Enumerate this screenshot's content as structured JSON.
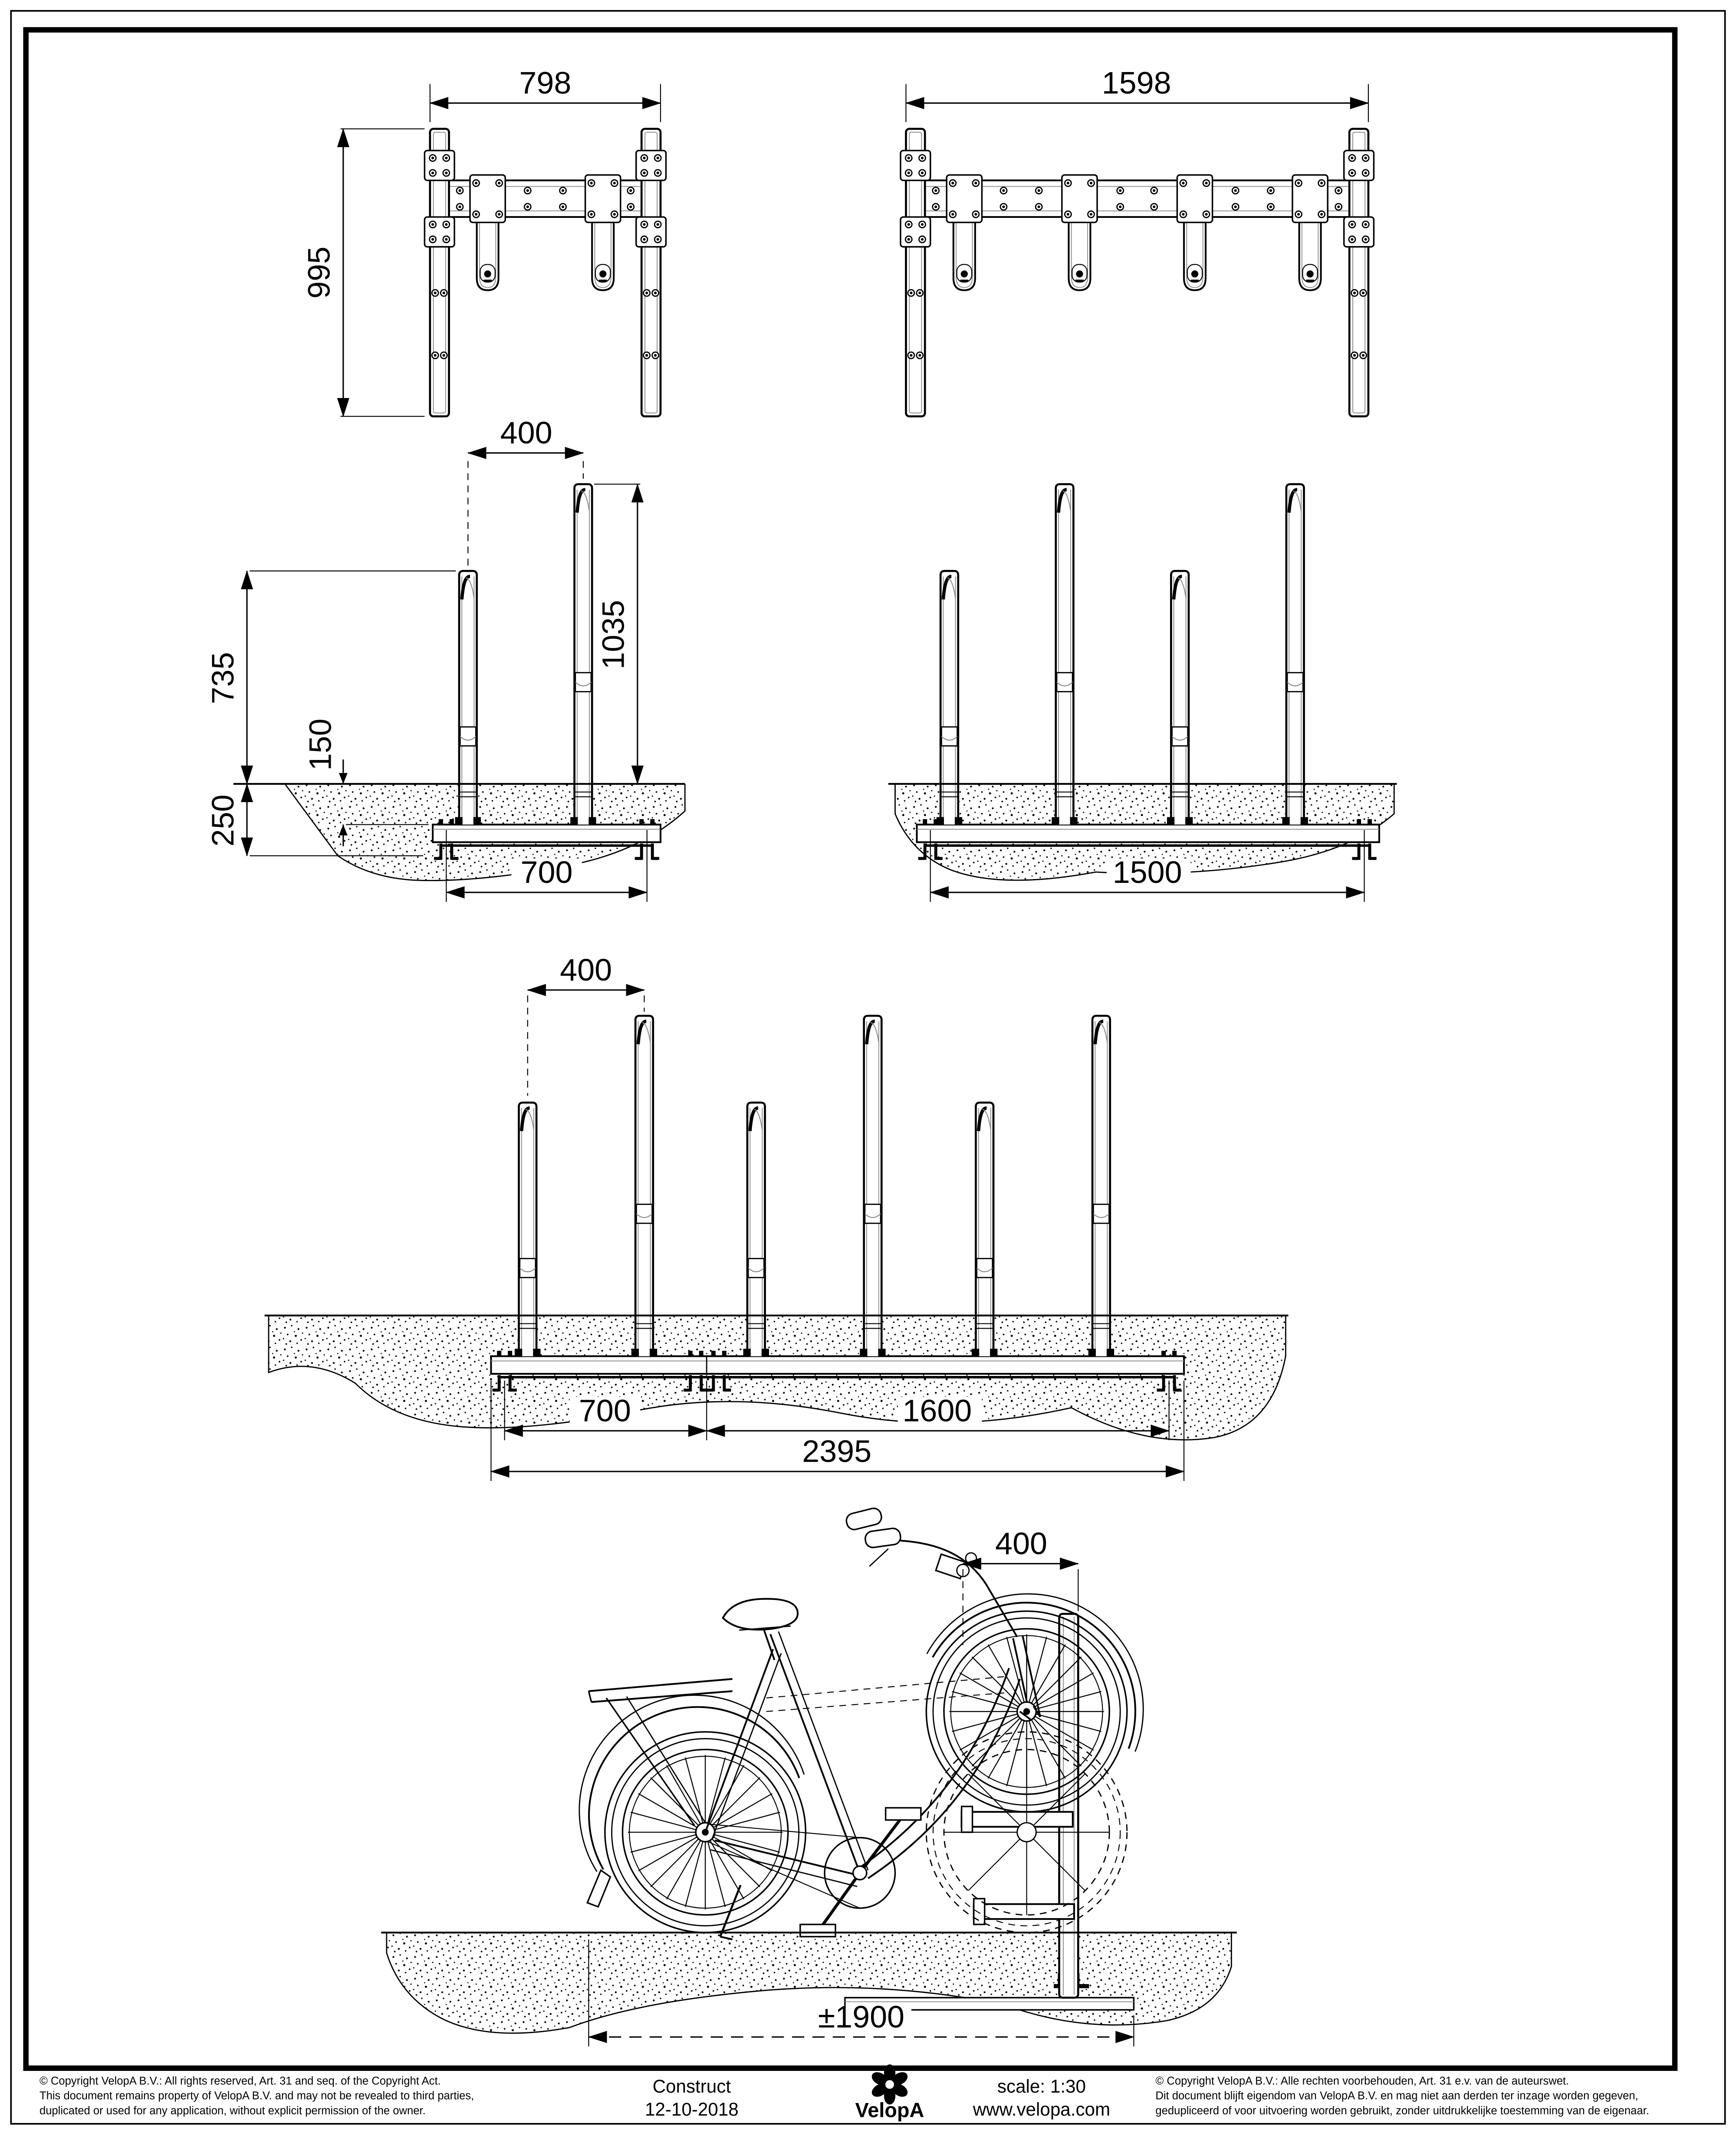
{
  "footer": {
    "copyright_en": [
      "©  Copyright VelopA B.V.: All rights reserved, Art. 31 and seq. of the Copyright Act.",
      "This document remains property of VelopA B.V. and may not be revealed to third parties,",
      "duplicated or used for any application, without explicit permission of the owner."
    ],
    "product": "Construct",
    "date": "12-10-2018",
    "brand": "VelopA",
    "scale_label": "scale: 1:30",
    "website": "www.velopa.com",
    "copyright_nl": [
      "©  Copyright VelopA B.V.: Alle rechten voorbehouden, Art. 31 e.v. van de auteurswet.",
      "Dit document blijft eigendom van VelopA B.V. en mag niet aan derden ter inzage worden gegeven,",
      "gedupliceerd of voor uitvoering worden gebruikt, zonder uitdrukkelijke toestemming van de eigenaar."
    ]
  },
  "views": {
    "plan_2post": {
      "dim_width": "798",
      "dim_depth": "995"
    },
    "plan_4post": {
      "dim_width": "1598"
    },
    "elev_2post": {
      "dim_spacing": "400",
      "dim_h_short": "735",
      "dim_rail_depth": "150",
      "dim_total_depth": "250",
      "dim_h_tall": "1035",
      "dim_anchor_span": "700"
    },
    "elev_4post": {
      "dim_anchor_span": "1500"
    },
    "elev_6post": {
      "dim_spacing": "400",
      "dim_span_a": "700",
      "dim_span_b": "1600",
      "dim_total": "2395"
    },
    "side_bike": {
      "dim_spacing": "400",
      "dim_clearance": "±1900"
    }
  }
}
